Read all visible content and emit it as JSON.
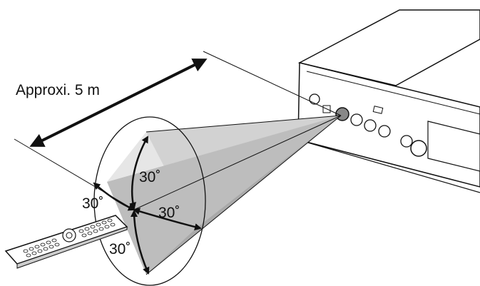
{
  "distance_label": "Approxi. 5 m",
  "angle_labels": {
    "vertical_up": "30˚",
    "horizontal_left": "30˚",
    "horizontal_right": "30˚",
    "vertical_down": "30˚"
  }
}
